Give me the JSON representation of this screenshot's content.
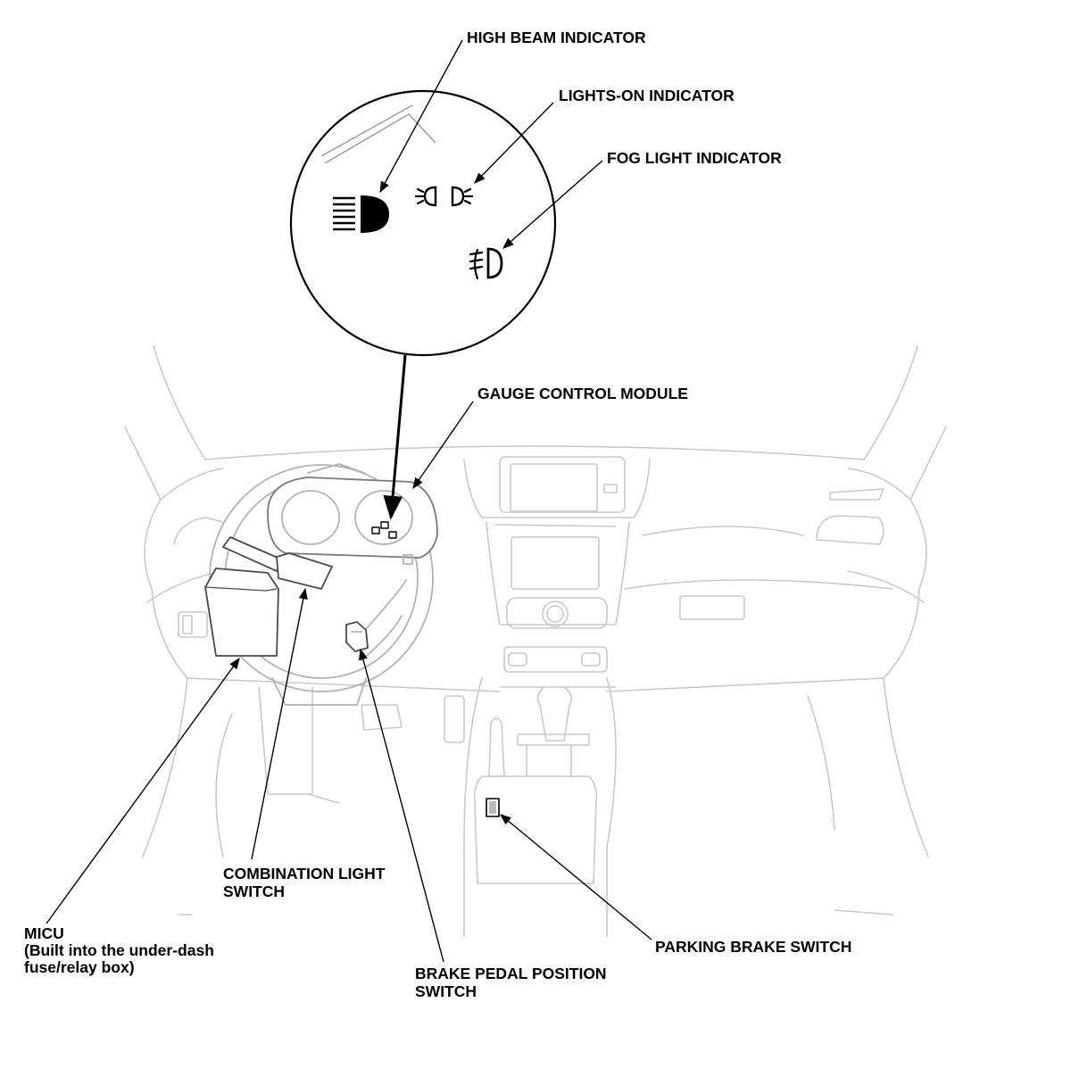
{
  "labels": {
    "high_beam": "HIGH BEAM INDICATOR",
    "lights_on": "LIGHTS-ON INDICATOR",
    "fog_light": "FOG LIGHT INDICATOR",
    "gauge_module": "GAUGE CONTROL MODULE",
    "combination_switch": [
      "COMBINATION LIGHT",
      "SWITCH"
    ],
    "micu": [
      "MICU",
      "(Built into the under-dash",
      "fuse/relay box)"
    ],
    "brake_pedal": [
      "BRAKE PEDAL POSITION",
      "SWITCH"
    ],
    "parking_brake": "PARKING BRAKE SWITCH"
  },
  "icons": [
    "high-beam-icon",
    "lights-on-icon",
    "fog-light-icon"
  ],
  "colors": {
    "line": "#000000",
    "vehicle_outline": "#c9c9c9",
    "background": "#ffffff"
  }
}
